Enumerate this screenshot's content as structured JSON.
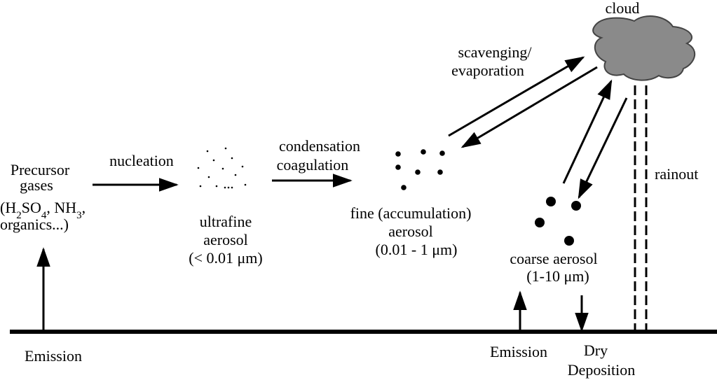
{
  "labels": {
    "precursor_line1": "Precursor",
    "precursor_line2": "gases",
    "precursor_line3_part1": "(H",
    "precursor_line3_sub1": "2",
    "precursor_line3_part2": "SO",
    "precursor_line3_sub2": "4",
    "precursor_line3_part3": ", NH",
    "precursor_line3_sub3": "3",
    "precursor_line3_part4": ",",
    "precursor_line4": "organics...)",
    "nucleation": "nucleation",
    "ultrafine_line1": "ultrafine",
    "ultrafine_line2": "aerosol",
    "ultrafine_line3": "(< 0.01 μm)",
    "condensation": "condensation",
    "coagulation": "coagulation",
    "fine_line1": "fine (accumulation)",
    "fine_line2": "aerosol",
    "fine_line3": "(0.01 - 1 μm)",
    "scavenging": "scavenging/",
    "evaporation": "evaporation",
    "cloud": "cloud",
    "rainout": "rainout",
    "coarse_line1": "coarse aerosol",
    "coarse_line2": "(1-10 μm)",
    "emission_left": "Emission",
    "emission_right": "Emission",
    "dry": "Dry",
    "deposition": "Deposition"
  },
  "colors": {
    "ink": "#000000",
    "cloud_fill": "#8a8a8a"
  }
}
